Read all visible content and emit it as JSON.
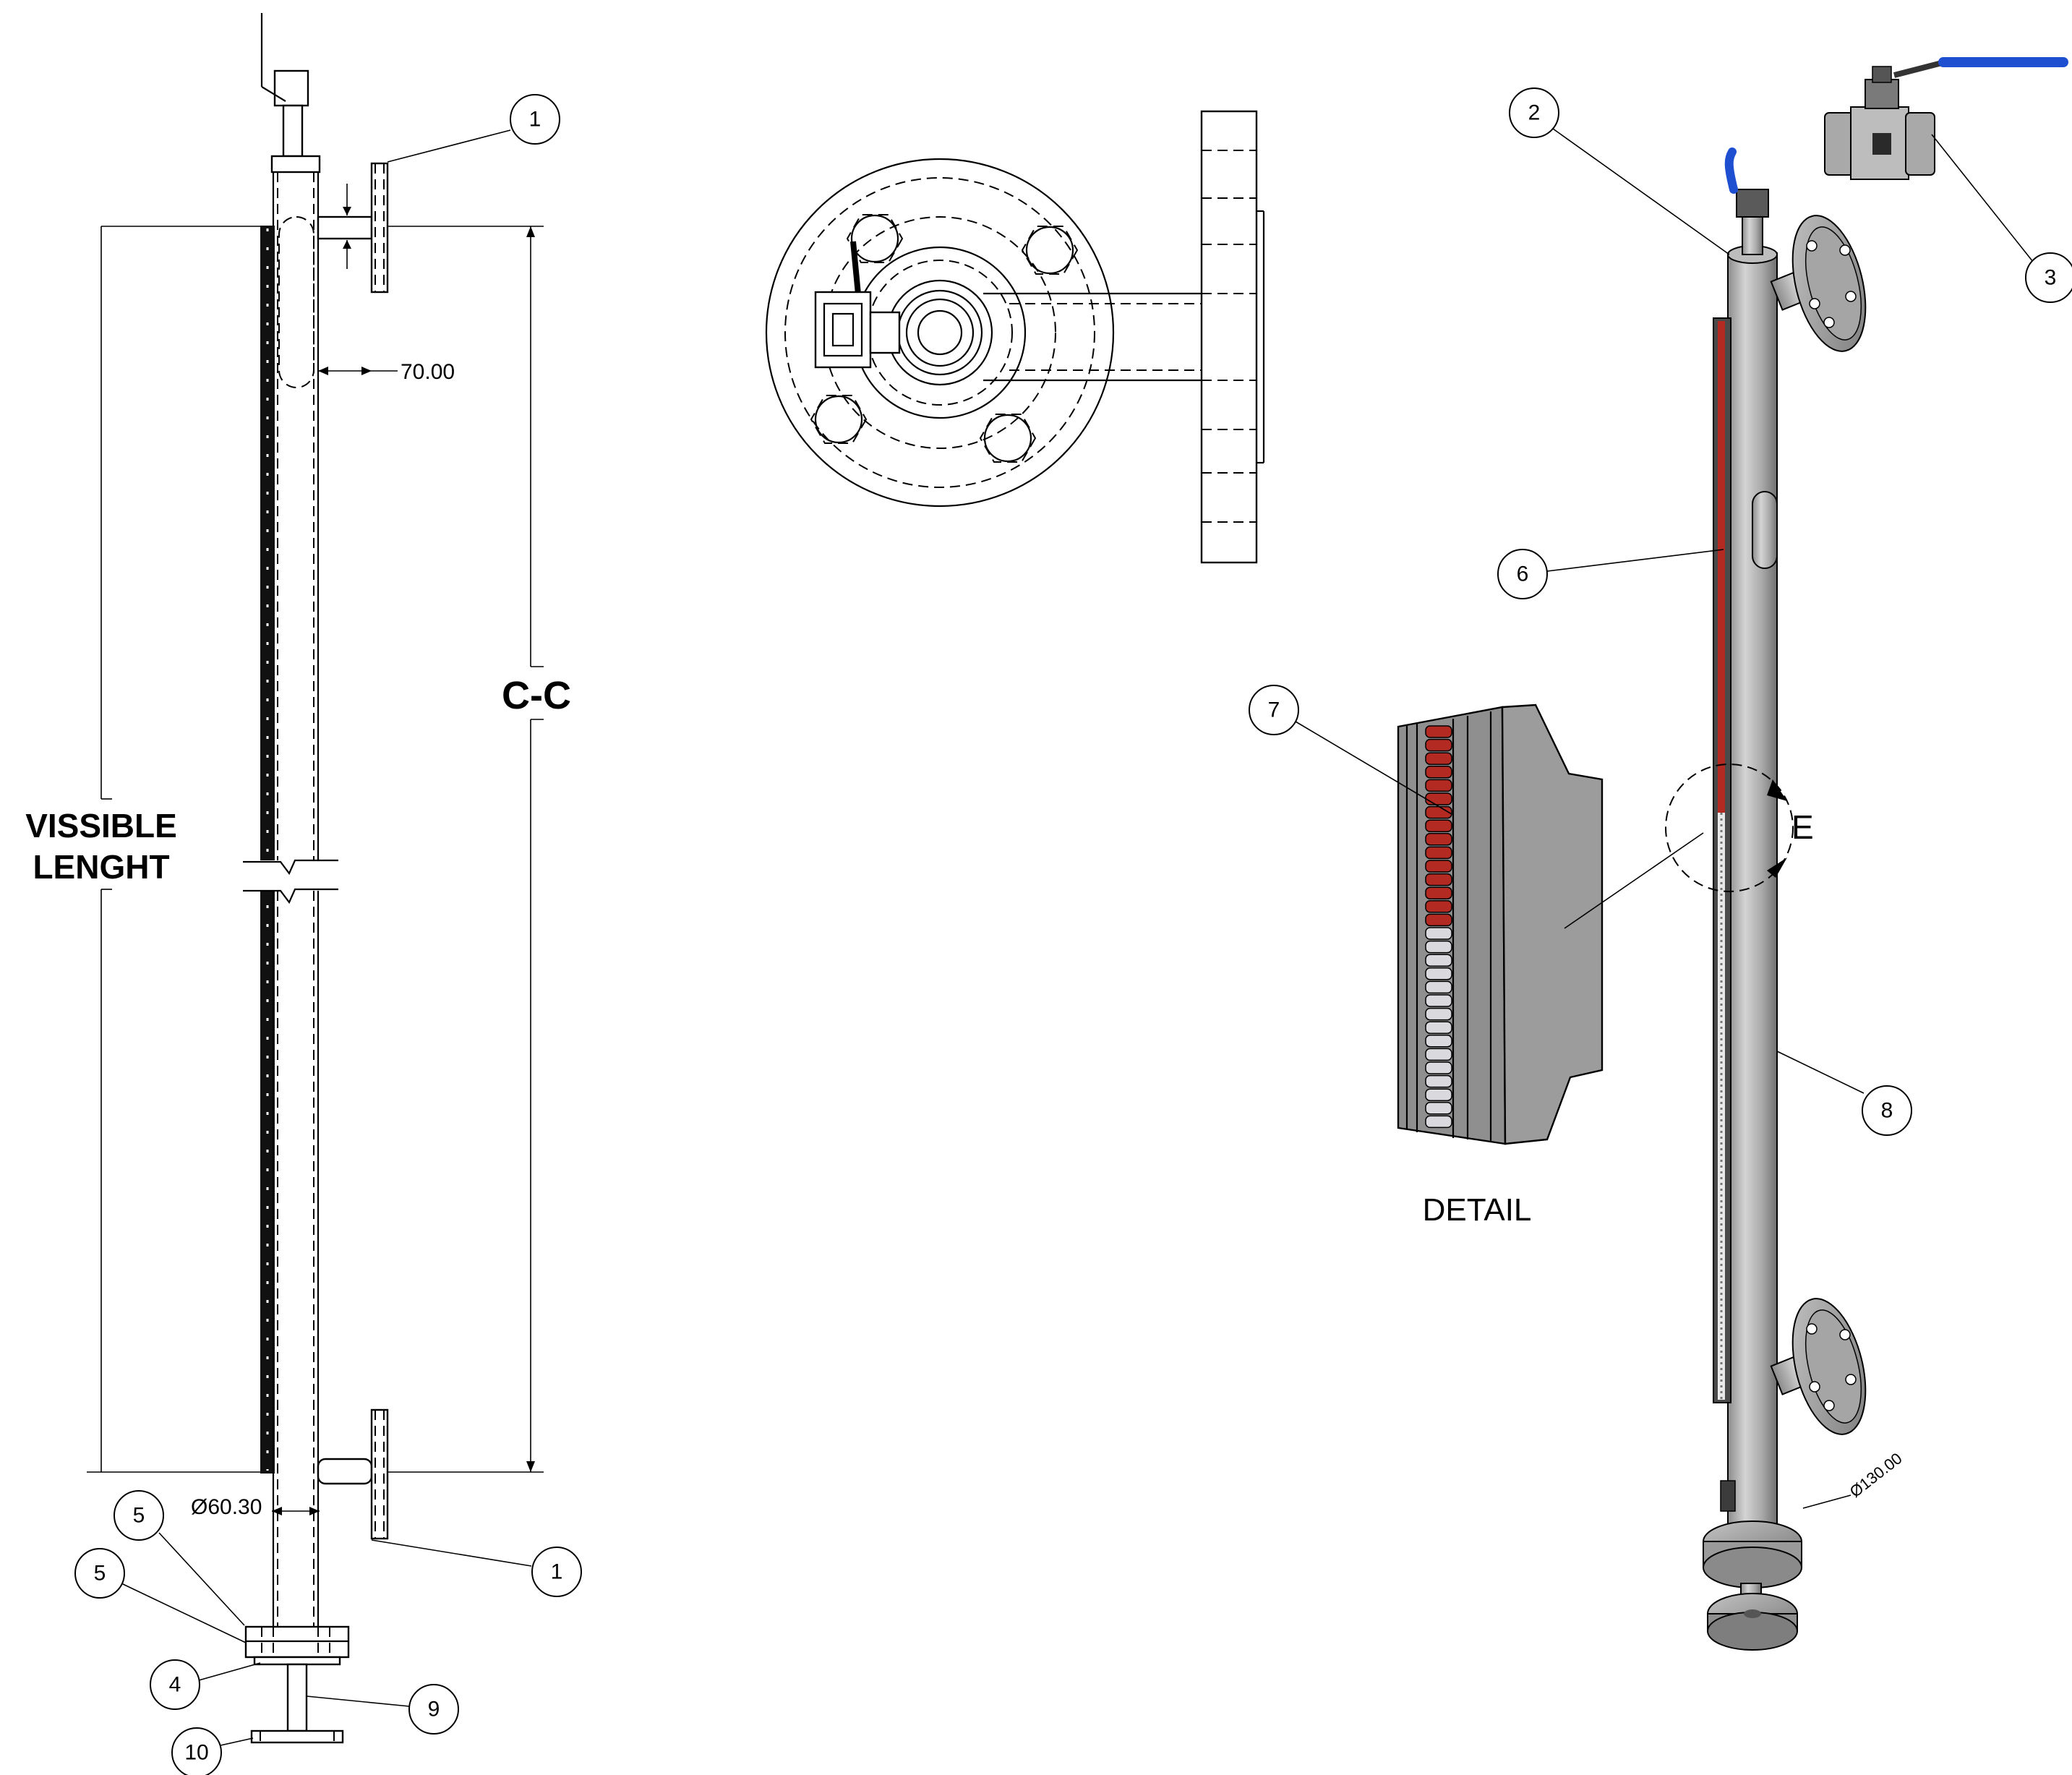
{
  "labels": {
    "visible_length_line1": "VISSIBLE",
    "visible_length_line2": "LENGHT",
    "center_to_center": "C-C",
    "offset_dim": "70.00",
    "pipe_diameter": "Ø60.30",
    "flange_diameter": "Ø130.00",
    "detail": "DETAIL",
    "detail_marker": "E"
  },
  "balloons": [
    "1",
    "1",
    "2",
    "3",
    "4",
    "5",
    "5",
    "6",
    "7",
    "8",
    "9",
    "10"
  ],
  "colors": {
    "line": "#000000",
    "steel": "#9a9a9a",
    "steel_dark": "#6f6f6f",
    "steel_light": "#c8c8c8",
    "indicator_red": "#b22a22",
    "indicator_white": "#d9d9de",
    "valve_handle": "#1f4fd1"
  }
}
